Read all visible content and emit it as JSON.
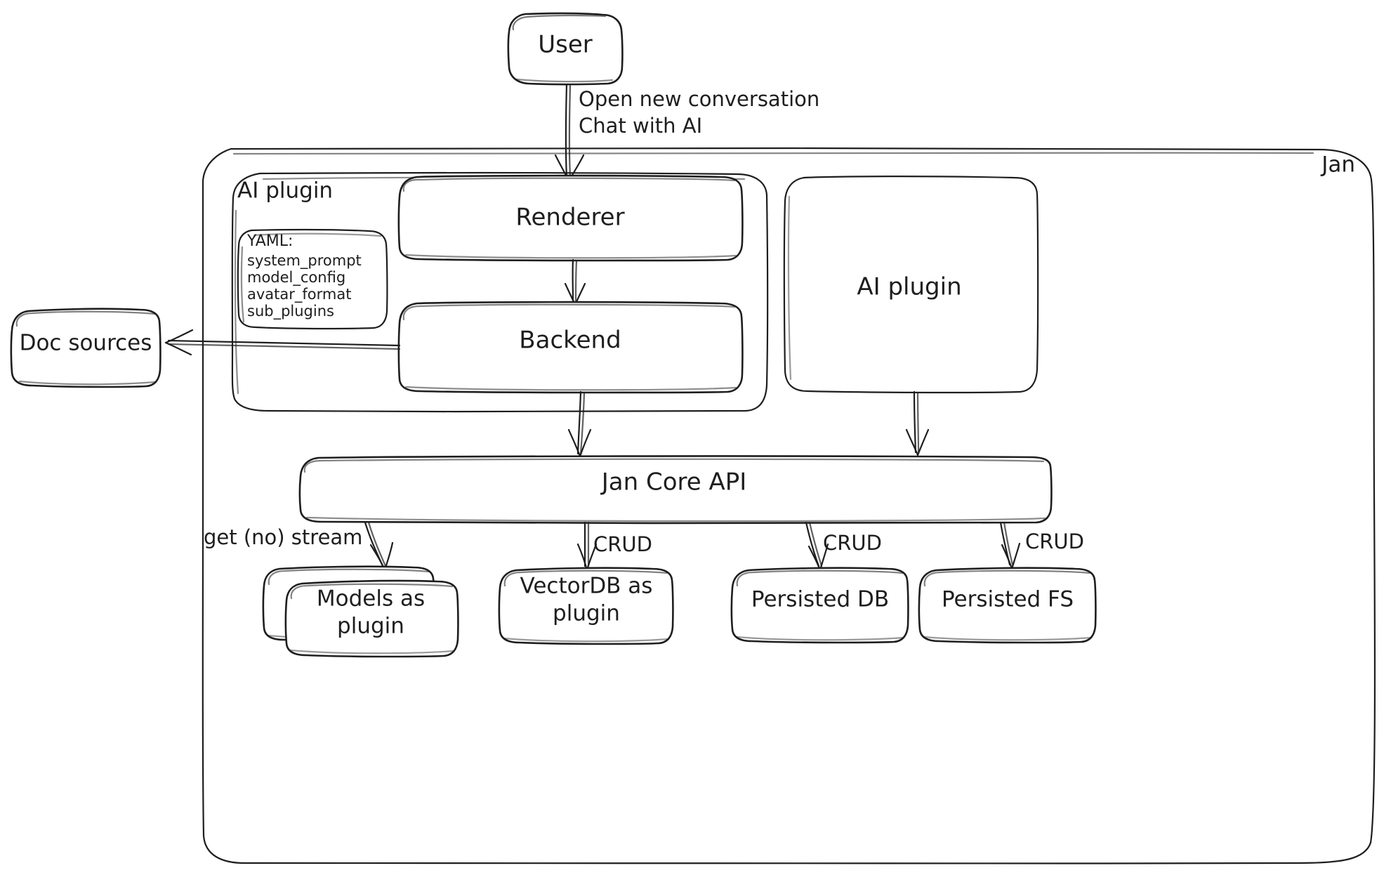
{
  "diagram": {
    "title": "Jan architecture diagram",
    "background": "#ffffff",
    "stroke_color": "#1e1e1e",
    "style": "hand-drawn"
  },
  "nodes": {
    "user": {
      "label": "User"
    },
    "jan_container": {
      "label": "Jan"
    },
    "ai_plugin_group": {
      "label": "AI plugin"
    },
    "yaml_note": {
      "title": "YAML:",
      "items": [
        "system_prompt",
        "model_config",
        "avatar_format",
        "sub_plugins"
      ]
    },
    "renderer": {
      "label": "Renderer"
    },
    "backend": {
      "label": "Backend"
    },
    "ai_plugin_right": {
      "label": "AI plugin"
    },
    "doc_sources": {
      "label": "Doc sources"
    },
    "jan_core_api": {
      "label": "Jan Core API"
    },
    "models_plugin": {
      "line1": "Models as",
      "line2": "plugin"
    },
    "vectordb_plugin": {
      "line1": "VectorDB as",
      "line2": "plugin"
    },
    "persisted_db": {
      "label": "Persisted DB"
    },
    "persisted_fs": {
      "label": "Persisted FS"
    }
  },
  "edges": {
    "user_to_renderer": {
      "line1": "Open new conversation",
      "line2": "Chat with AI"
    },
    "renderer_to_backend": {
      "label": ""
    },
    "backend_to_doc_sources": {
      "label": ""
    },
    "backend_to_core": {
      "label": ""
    },
    "ai_plugin_to_core": {
      "label": ""
    },
    "core_to_models": {
      "label": "get (no) stream"
    },
    "core_to_vectordb": {
      "label": "CRUD"
    },
    "core_to_persisted_db": {
      "label": "CRUD"
    },
    "core_to_persisted_fs": {
      "label": "CRUD"
    }
  }
}
